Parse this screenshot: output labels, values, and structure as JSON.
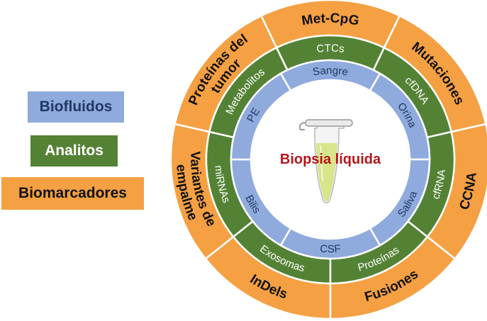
{
  "colors": {
    "biofluid": "#8FAADC",
    "analyte": "#548235",
    "biomarker": "#F4A043",
    "biofluid_text": "#1F3864",
    "analyte_text": "#FFFFFF",
    "biomarker_text": "#111111",
    "center_text": "#B4161B",
    "tube_liquid": "#D8E58A"
  },
  "legend": {
    "biofluidos": "Biofluidos",
    "analitos": "Analitos",
    "biomarcadores": "Biomarcadores"
  },
  "center": {
    "title": "Biopsia líquida",
    "icon": "test-tube-icon"
  },
  "biofluids": [
    "Sangre",
    "Orina",
    "Saliva",
    "CSF",
    "Bilis",
    "PE"
  ],
  "analytes": [
    "CTCs",
    "cfDNA",
    "cfRNA",
    "Proteínas",
    "Exosomas",
    "miRNAs",
    "Metabolitos"
  ],
  "biomarkers": [
    [
      "Met-CpG"
    ],
    [
      "Mutaciones"
    ],
    [
      "CCNA"
    ],
    [
      "Fusiones"
    ],
    [
      "InDels"
    ],
    [
      "Variantes de",
      "empalme"
    ],
    [
      "Proteínas del",
      "tumor"
    ]
  ]
}
